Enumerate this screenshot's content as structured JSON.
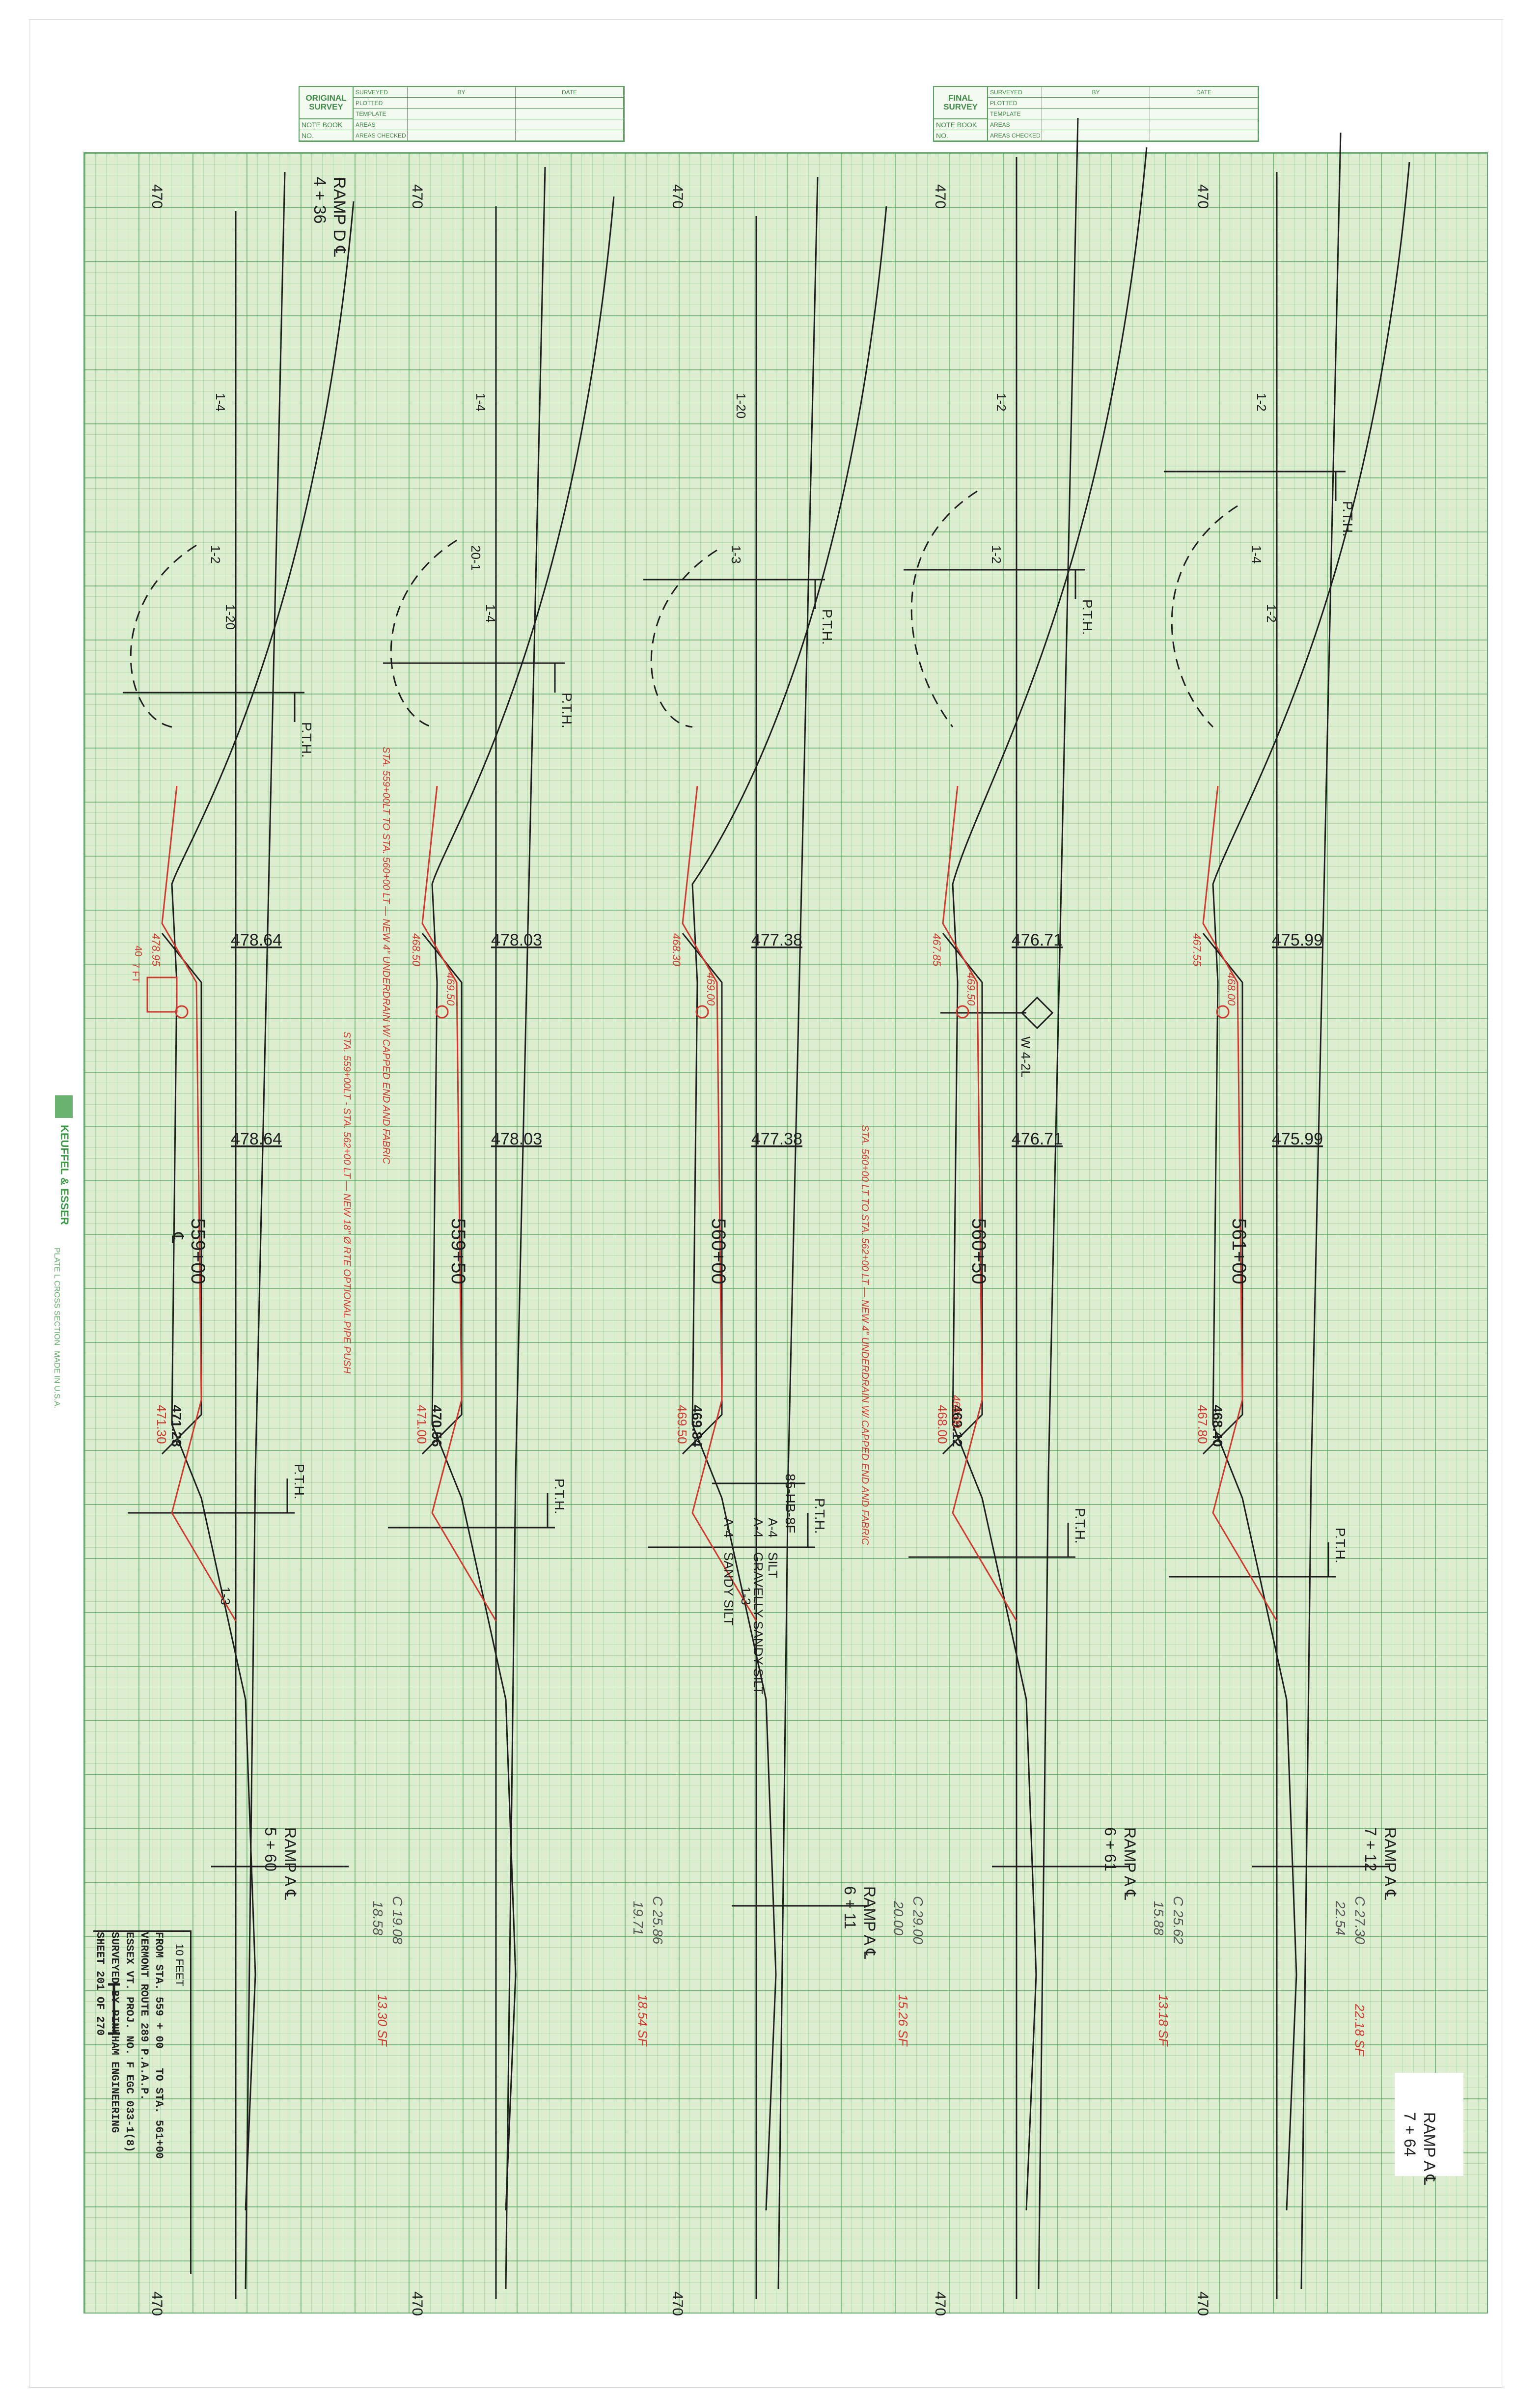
{
  "title_blocks": [
    {
      "heading": "ORIGINAL SURVEY",
      "note_book": "NOTE BOOK",
      "no": "NO.",
      "rows": [
        "SURVEYED",
        "PLOTTED",
        "TEMPLATE",
        "AREAS",
        "AREAS CHECKED"
      ],
      "by": "BY",
      "date": "DATE"
    },
    {
      "heading": "FINAL SURVEY",
      "note_book": "NOTE BOOK",
      "no": "NO.",
      "rows": [
        "SURVEYED",
        "PLOTTED",
        "TEMPLATE",
        "AREAS",
        "AREAS CHECKED"
      ],
      "by": "BY",
      "date": "DATE"
    }
  ],
  "brand": {
    "name": "KEUFFEL & ESSER",
    "product": "PLATE L CROSS SECTION",
    "origin": "MADE IN U.S.A."
  },
  "grid_label": "470",
  "sections": [
    {
      "station": "559+00",
      "cl_mark": "℄",
      "grade_top": "478.64",
      "grade_mid": "478.64",
      "ditch": "471.28",
      "ditch_red": "471.30",
      "ramp_top": "RAMP D ℄",
      "ramp_top_sta": "4 + 36",
      "ramp_bot": "RAMP A ℄",
      "ramp_bot_sta": "5 + 60",
      "pth_top": "P.T.H.",
      "pth_bot": "P.T.H.",
      "slope_a": "1-4",
      "slope_b": "1-2",
      "slope_c": "1-20",
      "slope_d": "1-3",
      "cut_note": "",
      "cut_area": "",
      "fill_area": "",
      "red_elev_a": "478.95",
      "red_elev_b": "",
      "red_box": "7 FT",
      "red_box2": "40"
    },
    {
      "station": "559+50",
      "cl_mark": "",
      "grade_top": "478.03",
      "grade_mid": "478.03",
      "ditch": "470.56",
      "ditch_red": "471.00",
      "ramp_top": "",
      "ramp_top_sta": "",
      "ramp_bot": "",
      "ramp_bot_sta": "",
      "pth_top": "P.T.H.",
      "pth_bot": "P.T.H.",
      "slope_a": "1-4",
      "slope_b": "20-1",
      "slope_c": "1-4",
      "slope_d": "",
      "cut_note": "STA. 559+00LT TO STA. 560+00 LT — NEW 4\" UNDERDRAIN W/ CAPPED END AND FABRIC",
      "cut_note2": "STA. 559+00LT - STA. 562+00 LT — NEW 18\" Ø RTE OPTIONAL PIPE PUSH",
      "cut_area": "C 19.08",
      "cut_area2": "18.58",
      "fill_area": "13.30 SF",
      "red_elev_a": "468.50",
      "red_elev_b": "469.50"
    },
    {
      "station": "560+00",
      "cl_mark": "",
      "grade_top": "477.38",
      "grade_mid": "477.38",
      "ditch": "469.84",
      "ditch_red": "469.50",
      "ramp_top": "",
      "ramp_top_sta": "",
      "ramp_bot": "RAMP A ℄",
      "ramp_bot_sta": "6 + 11",
      "pth_top": "P.T.H.",
      "pth_bot": "P.T.H.",
      "slope_a": "1-20",
      "slope_b": "1-3",
      "slope_c": "",
      "slope_d": "1-3",
      "boring": "85-HB-8F",
      "soil_1": "A-4",
      "soil_1_desc": "SILT",
      "soil_2": "A-4",
      "soil_2_desc": "GRAVELLY SANDY SILT",
      "soil_3": "A-4",
      "soil_3_desc": "SANDY SILT",
      "cut_area": "C 25.86",
      "cut_area2": "19.71",
      "fill_area": "18.54 SF",
      "red_elev_a": "468.30",
      "red_elev_b": "469.00"
    },
    {
      "station": "560+50",
      "cl_mark": "",
      "grade_top": "476.71",
      "grade_mid": "476.71",
      "ditch": "469.12",
      "ditch_red": "468.00",
      "ramp_top": "",
      "ramp_top_sta": "",
      "ramp_bot": "RAMP A ℄",
      "ramp_bot_sta": "6 + 61",
      "pth_top": "P.T.H.",
      "pth_bot": "P.T.H.",
      "slope_a": "1-2",
      "slope_b": "1-2",
      "slope_c": "",
      "slope_d": "",
      "sign": "W 4-2L",
      "cut_note": "STA. 560+00 LT TO STA. 562+00 LT — NEW 4\" UNDERDRAIN W/ CAPPED END AND FABRIC",
      "cut_area": "C 29.00",
      "cut_area2": "20.00",
      "fill_area": "15.26 SF",
      "red_elev_a": "467.85",
      "red_elev_b": "469.50",
      "red_elev_c": "468.00"
    },
    {
      "station": "561+00",
      "cl_mark": "",
      "grade_top": "475.99",
      "grade_mid": "475.99",
      "ditch": "468.40",
      "ditch_red": "467.80",
      "ramp_top": "",
      "ramp_top_sta": "",
      "ramp_bot": "RAMP A ℄",
      "ramp_bot_sta": "7 + 12",
      "ramp_bot2": "RAMP A ℄",
      "ramp_bot2_sta": "7 + 64",
      "pth_top": "P.T.H.",
      "pth_bot": "P.T.H.",
      "slope_a": "1-2",
      "slope_b": "1-4",
      "slope_c": "1-2",
      "slope_d": "",
      "cut_area": "C 25.62",
      "cut_area2": "15.88",
      "cut_area3": "C 27.30",
      "cut_area4": "22.54",
      "fill_area": "13.18 SF",
      "fill_area2": "22.18 SF",
      "red_elev_a": "467.55",
      "red_elev_b": "468.00"
    }
  ],
  "legend": {
    "scale": "10 FEET",
    "from_sta_label": "FROM STA.",
    "from_sta": "559 + 00",
    "to_sta_label": "TO STA.",
    "to_sta": "561+00",
    "line2": "VERMONT ROUTE 289 P.A.A.P.",
    "line3": "ESSEX VT. PROJ. NO. F EGC 033-1(8)",
    "line4": "SURVEYED BY PINKHAM ENGINEERING",
    "sheet_label": "SHEET",
    "sheet_no": "201",
    "sheet_of": "OF",
    "sheet_total": "270"
  },
  "colors": {
    "grid_fill": "#dcedd0",
    "grid_line": "#5aa25f",
    "ink": "#1e1e1e",
    "red_ink": "#d0392d",
    "margin_note": "#c0c0c0"
  }
}
